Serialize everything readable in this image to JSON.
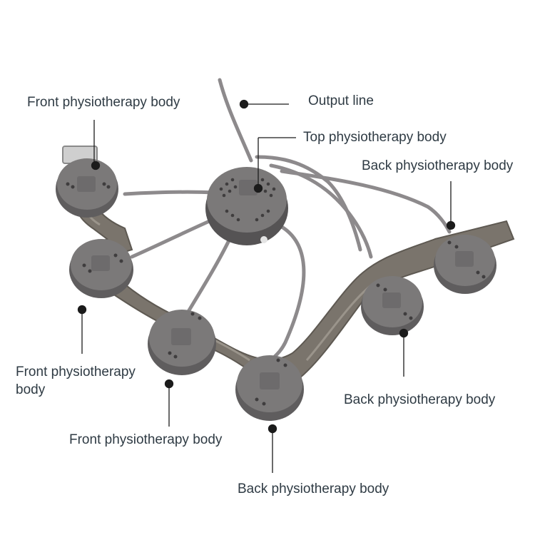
{
  "colors": {
    "device_body": "#6d6b6c",
    "device_face": "#7b7979",
    "device_dark": "#3f3d3e",
    "strap": "#7a746c",
    "strap_light": "#9a948b",
    "cable": "#8d8a8c",
    "leader_line": "#1b1b1b",
    "text": "#2f3b44"
  },
  "labels": {
    "output_line": "Output line",
    "top_body": "Top physiotherapy body",
    "front_body_top_left": "Front physiotherapy body",
    "front_body_left": "Front physiotherapy body",
    "front_body_bottom": "Front physiotherapy body",
    "back_body_top_right": "Back physiotherapy body",
    "back_body_right": "Back physiotherapy body",
    "back_body_bottom": "Back physiotherapy body"
  }
}
